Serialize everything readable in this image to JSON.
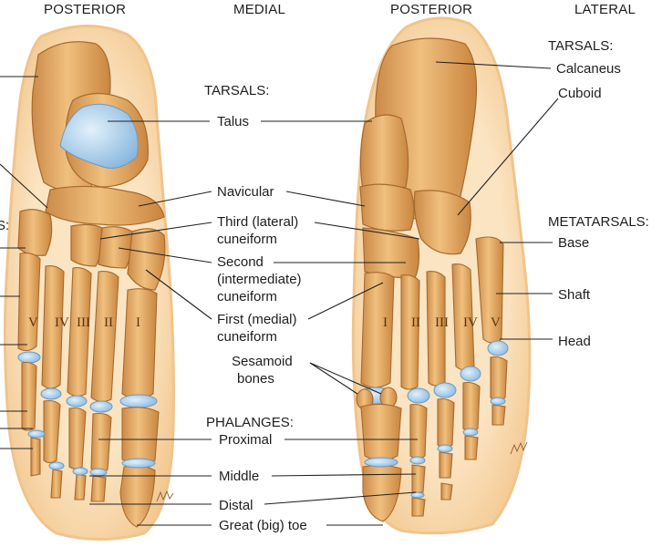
{
  "headers": {
    "left_view": "POSTERIOR",
    "left_side": "MEDIAL",
    "right_view": "POSTERIOR",
    "right_side": "LATERAL"
  },
  "groups": {
    "tarsals_middle": "TARSALS:",
    "tarsals_right": "TARSALS:",
    "metatarsals_right": "METATARSALS:",
    "phalanges": "PHALANGES:",
    "cut_left": "S:"
  },
  "labels": {
    "talus": "Talus",
    "navicular": "Navicular",
    "third_cuneiform": [
      "Third (lateral)",
      "cuneiform"
    ],
    "second_cuneiform": [
      "Second",
      "(intermediate)",
      "cuneiform"
    ],
    "first_cuneiform": [
      "First (medial)",
      "cuneiform"
    ],
    "sesamoid": [
      "Sesamoid",
      "bones"
    ],
    "proximal": "Proximal",
    "middle": "Middle",
    "distal": "Distal",
    "great_toe": "Great (big) toe",
    "calcaneus": "Calcaneus",
    "cuboid": "Cuboid",
    "base": "Base",
    "shaft": "Shaft",
    "head": "Head"
  },
  "numerals": {
    "left": [
      "V",
      "IV",
      "III",
      "II",
      "I"
    ],
    "right": [
      "I",
      "II",
      "III",
      "IV",
      "V"
    ]
  },
  "colors": {
    "bone": "#e2a96a",
    "bone_dark": "#b87838",
    "cartilage": "#9cc8e8",
    "skin": "#f8dcb4"
  }
}
